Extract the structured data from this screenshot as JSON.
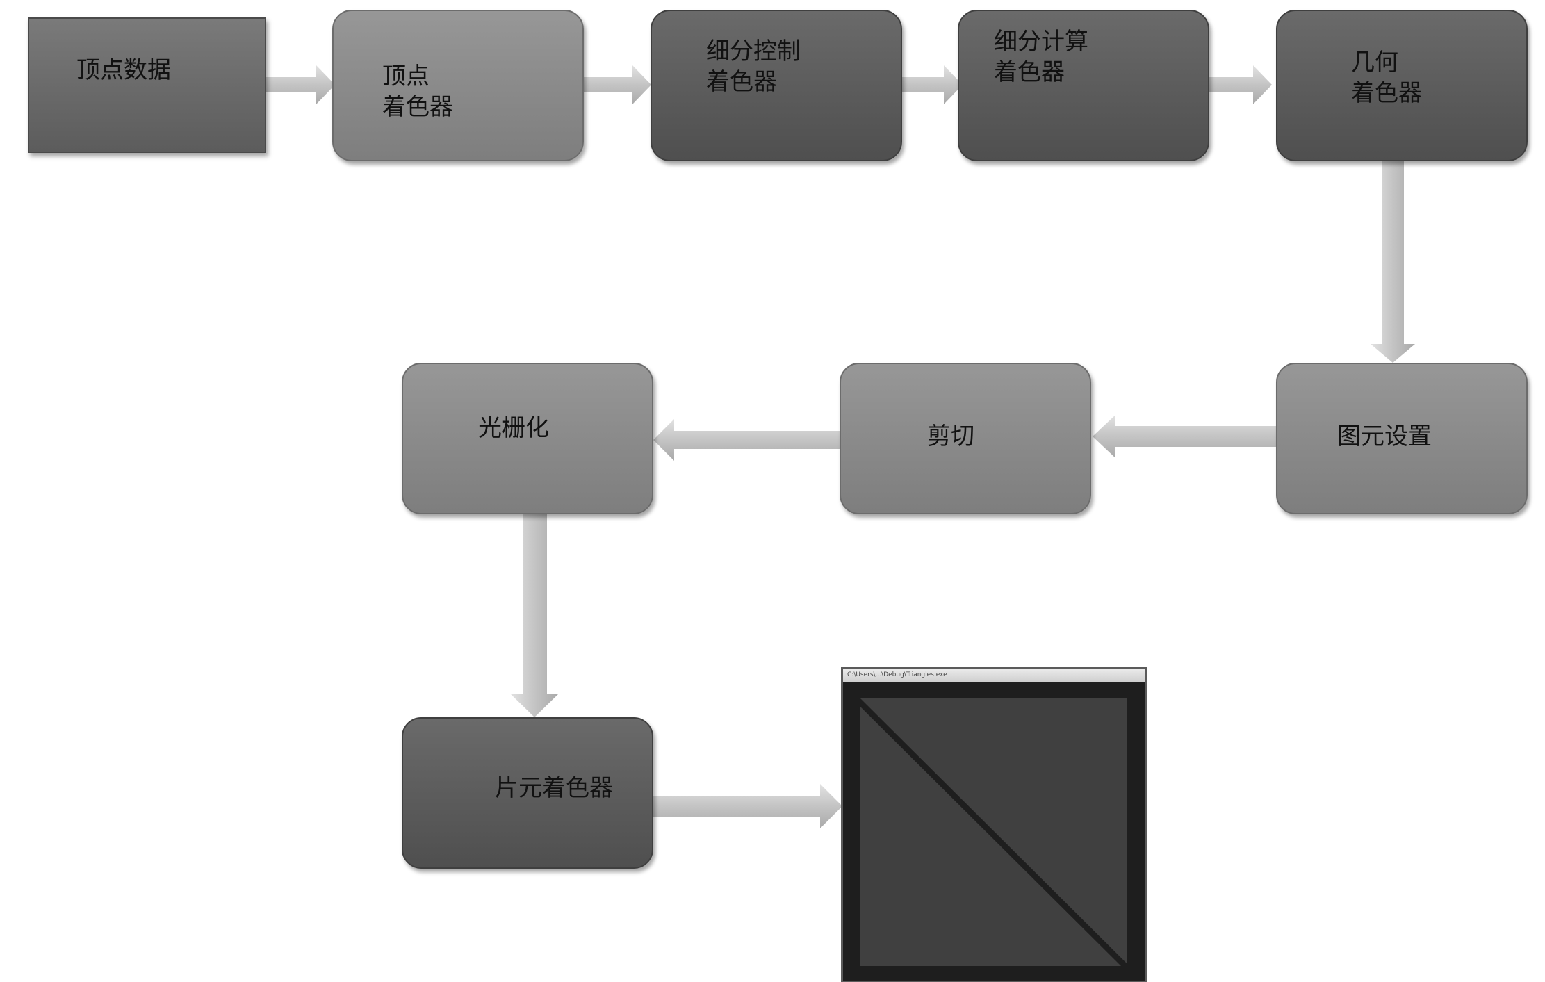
{
  "diagram": {
    "nodes": [
      {
        "id": "vertex-data",
        "label": "顶点数据"
      },
      {
        "id": "vertex-shader",
        "label": "顶点\n着色器"
      },
      {
        "id": "tessellation-control-shader",
        "label": "细分控制\n着色器"
      },
      {
        "id": "tessellation-evaluation-shader",
        "label": "细分计算\n着色器"
      },
      {
        "id": "geometry-shader",
        "label": "几何\n着色器"
      },
      {
        "id": "primitive-setup",
        "label": "图元设置"
      },
      {
        "id": "clipping",
        "label": "剪切"
      },
      {
        "id": "rasterization",
        "label": "光栅化"
      },
      {
        "id": "fragment-shader",
        "label": "片元着色器"
      }
    ],
    "edges": [
      {
        "from": "vertex-data",
        "to": "vertex-shader"
      },
      {
        "from": "vertex-shader",
        "to": "tessellation-control-shader"
      },
      {
        "from": "tessellation-control-shader",
        "to": "tessellation-evaluation-shader"
      },
      {
        "from": "tessellation-evaluation-shader",
        "to": "geometry-shader"
      },
      {
        "from": "geometry-shader",
        "to": "primitive-setup"
      },
      {
        "from": "primitive-setup",
        "to": "clipping"
      },
      {
        "from": "clipping",
        "to": "rasterization"
      },
      {
        "from": "rasterization",
        "to": "fragment-shader"
      },
      {
        "from": "fragment-shader",
        "to": "output-window"
      }
    ],
    "output_window": {
      "title": "C:\\Users\\...\\Debug\\Triangles.exe",
      "render": "two triangles forming a square"
    }
  },
  "colors": {
    "dark_box": "#5c5c5c",
    "light_box": "#8a8a8a",
    "arrow": "#c8c8c8",
    "render_background": "#1e1e1e",
    "render_fill": "#404040"
  }
}
